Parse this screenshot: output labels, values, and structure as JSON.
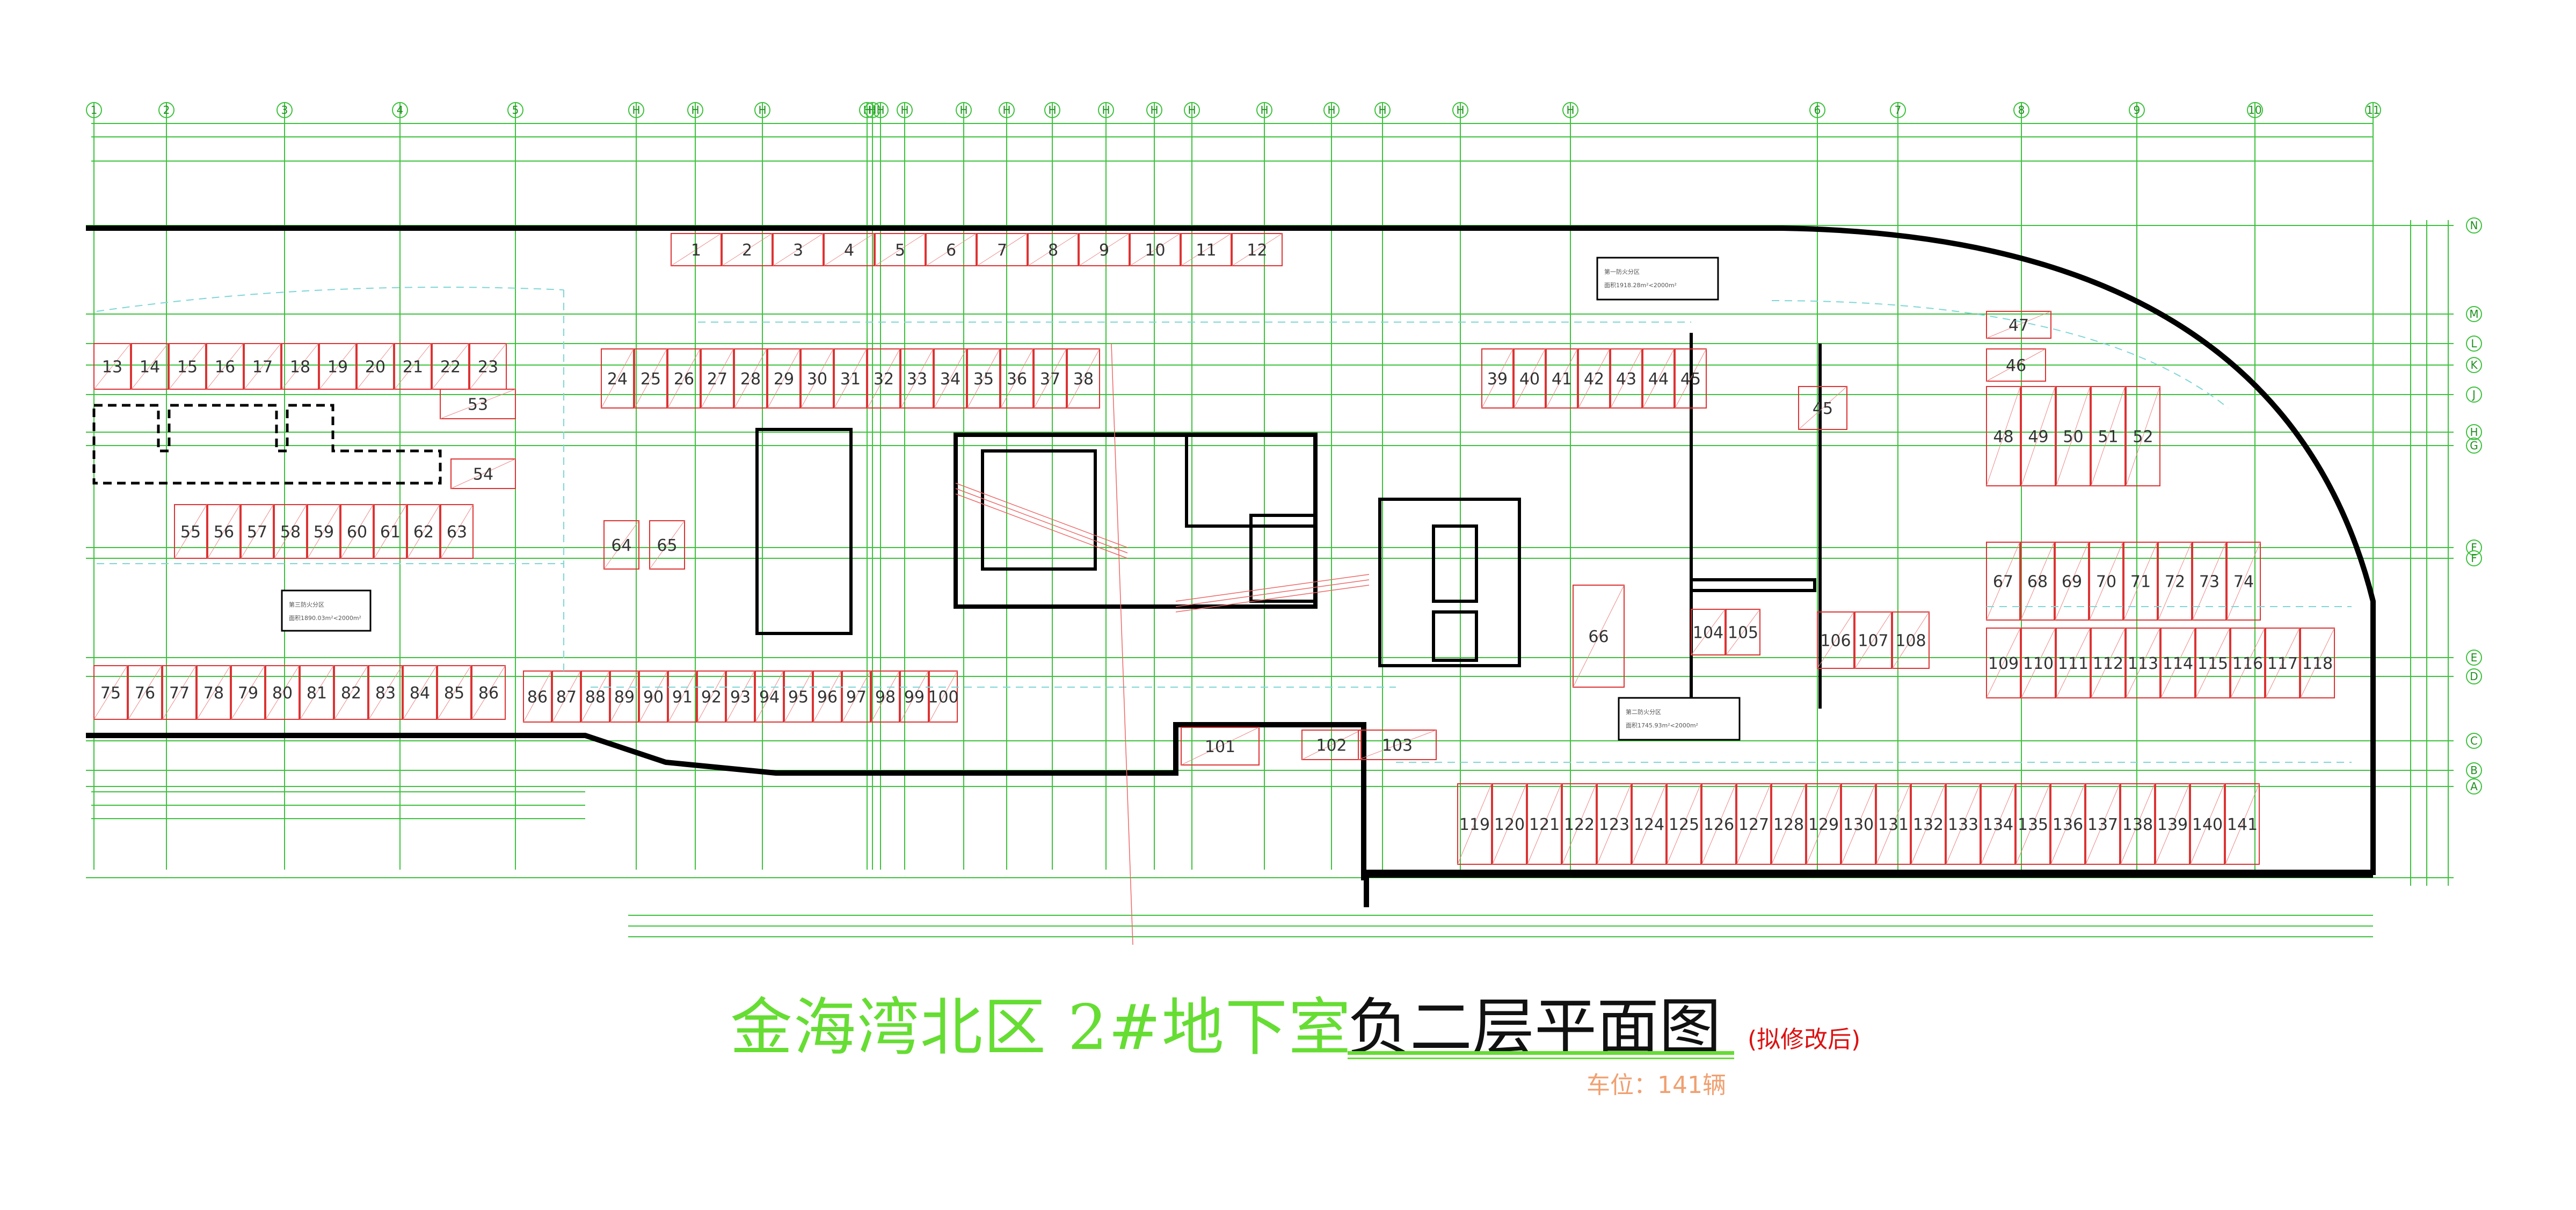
{
  "title": {
    "main": "金海湾北区  2#地下室",
    "sub": "负二层平面图",
    "note": "(拟修改后)",
    "count": "车位：141辆"
  },
  "axes": {
    "top": [
      "1",
      "2",
      "3",
      "4",
      "5",
      "H",
      "H",
      "H",
      "H",
      "H",
      "H",
      "H",
      "H",
      "H",
      "H",
      "H",
      "H",
      "H",
      "H",
      "H",
      "H",
      "H",
      "H",
      "6",
      "7",
      "8",
      "9",
      "10",
      "11"
    ],
    "right": [
      "N",
      "M",
      "L",
      "K",
      "J",
      "H",
      "G",
      "F",
      "F",
      "E",
      "D",
      "C",
      "B",
      "A"
    ]
  },
  "zones": {
    "z1": {
      "name": "第一防火分区",
      "area": "面积1918.28m²<2000m²"
    },
    "z2": {
      "name": "第二防火分区",
      "area": "面积1745.93m²<2000m²"
    },
    "z3": {
      "name": "第三防火分区",
      "area": "面积1890.03m²<2000m²"
    }
  },
  "colors": {
    "grid": "#3cc23c",
    "wall": "#000000",
    "stall": "#dd3333",
    "title_green": "#66dd33",
    "title_red": "#dd1111",
    "count_orange": "#f0a070"
  }
}
